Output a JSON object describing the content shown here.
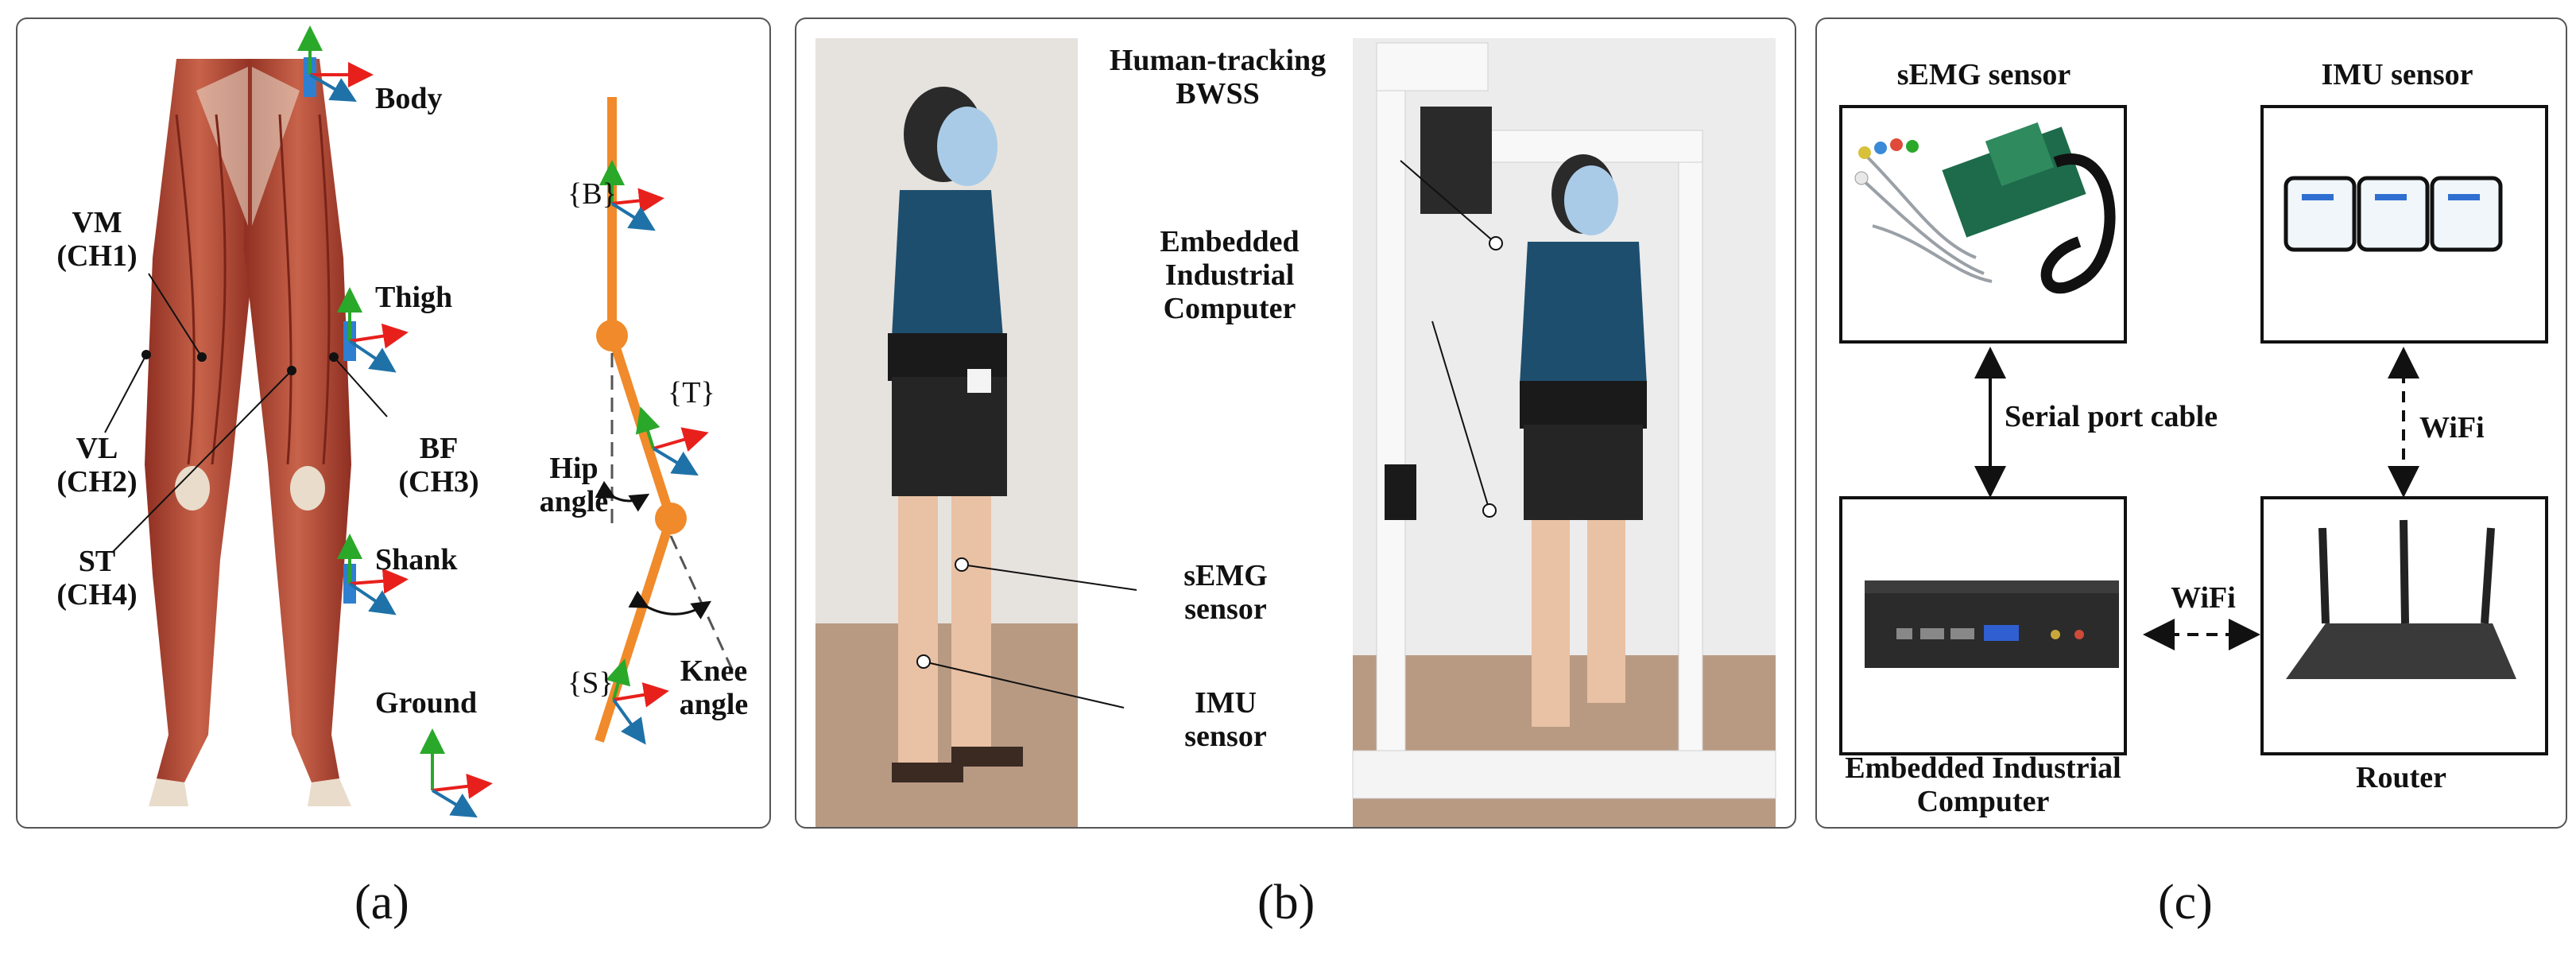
{
  "panel_a": {
    "labels": {
      "body": "Body",
      "thigh": "Thigh",
      "shank": "Shank",
      "ground": "Ground",
      "vm": "VM",
      "vm_ch": "(CH1)",
      "vl": "VL",
      "vl_ch": "(CH2)",
      "bf": "BF",
      "bf_ch": "(CH3)",
      "st": "ST",
      "st_ch": "(CH4)",
      "frame_b": "{B}",
      "frame_t": "{T}",
      "frame_s": "{S}",
      "hip_angle_1": "Hip",
      "hip_angle_2": "angle",
      "knee_angle_1": "Knee",
      "knee_angle_2": "angle"
    },
    "caption": "(a)",
    "colors": {
      "muscle": "#b8523a",
      "segment": "#f08a2a",
      "x_axis": "#e8201c",
      "y_axis": "#2aa82a",
      "z_axis": "#1f72a8",
      "imu": "#2f7fd0"
    }
  },
  "panel_b": {
    "labels": {
      "bwss_1": "Human-tracking",
      "bwss_2": "BWSS",
      "computer_1": "Embedded",
      "computer_2": "Industrial",
      "computer_3": "Computer",
      "semg_1": "sEMG",
      "semg_2": "sensor",
      "imu_1": "IMU",
      "imu_2": "sensor"
    },
    "caption": "(b)"
  },
  "panel_c": {
    "labels": {
      "semg_title": "sEMG sensor",
      "imu_title": "IMU sensor",
      "serial": "Serial port cable",
      "wifi_vertical": "WiFi",
      "wifi_horizontal": "WiFi",
      "computer_1": "Embedded Industrial",
      "computer_2": "Computer",
      "router": "Router"
    },
    "caption": "(c)"
  }
}
